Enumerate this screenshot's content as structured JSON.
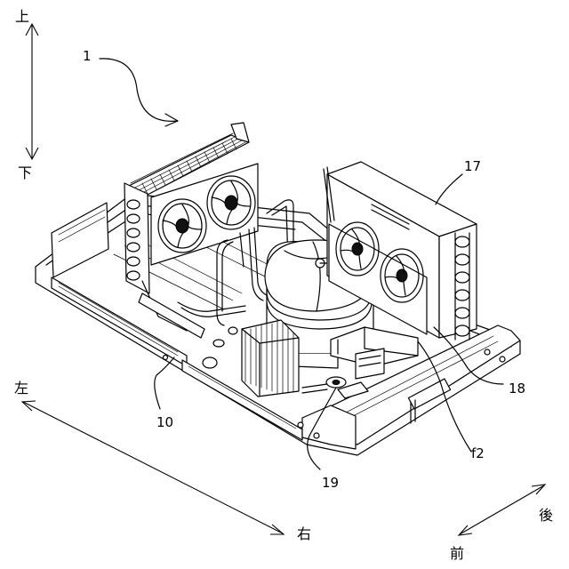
{
  "directions": {
    "up": "上",
    "down": "下",
    "left": "左",
    "right": "右",
    "front": "前",
    "back": "後"
  },
  "reference_labels": {
    "unit": "1",
    "base": "10",
    "box": "17",
    "fan_duct": "18",
    "sensor": "19",
    "airflow": "f2"
  }
}
